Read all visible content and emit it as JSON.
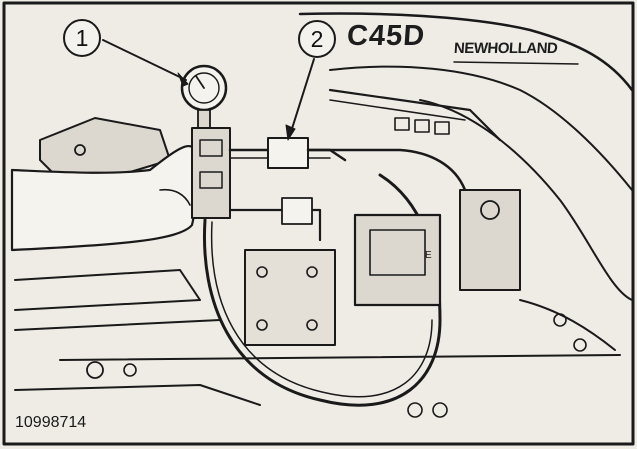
{
  "brand": {
    "model": "C45D",
    "name": "NEWHOLLAND"
  },
  "figure_number": "10998714",
  "callouts": [
    {
      "label": "1",
      "target": "pressure gauge"
    },
    {
      "label": "2",
      "target": "hose fitting"
    }
  ],
  "colors": {
    "ink": "#1a1a1a",
    "paper": "#efece6",
    "shade": "#d7d3cb"
  }
}
